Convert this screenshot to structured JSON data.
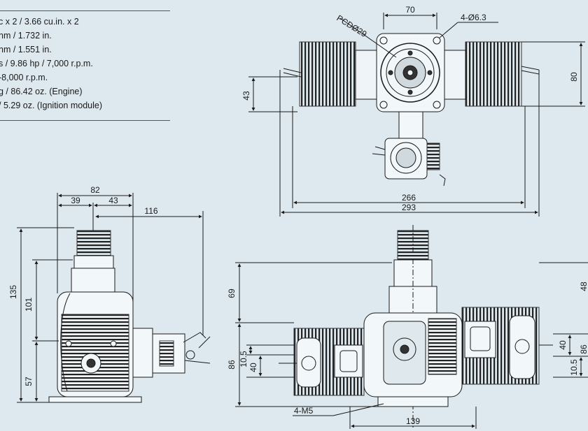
{
  "specs": [
    "c x 2 / 3.66 cu.in. x 2",
    "nm / 1.732 in.",
    "nm / 1.551 in.",
    "s / 9.86 hp / 7,000 r.p.m.",
    "-8,000 r.p.m.",
    "g / 86.42 oz. (Engine)",
    "/ 5.29 oz.  (Ignition module)"
  ],
  "top_view": {
    "pcd": "PCDØ29",
    "bolt_spacing": "70",
    "holes": "4-Ø6.3",
    "height_80": "80",
    "height_43": "43",
    "width_266": "266",
    "width_293": "293"
  },
  "side_view": {
    "w82": "82",
    "w39": "39",
    "w43": "43",
    "w116": "116",
    "h135": "135",
    "h101": "101",
    "h57": "57"
  },
  "front_view": {
    "h69": "69",
    "h86": "86",
    "h10_5_left": "10.5",
    "h40_left": "40",
    "h40_right": "40",
    "h10_5_right": "10.5",
    "h48_partial": "48",
    "h86_partial": "86",
    "mount": "4-M5",
    "w139": "139"
  },
  "colors": {
    "background": "#dde9ef",
    "line": "#1a1a1a",
    "rule": "#4a5a62"
  }
}
